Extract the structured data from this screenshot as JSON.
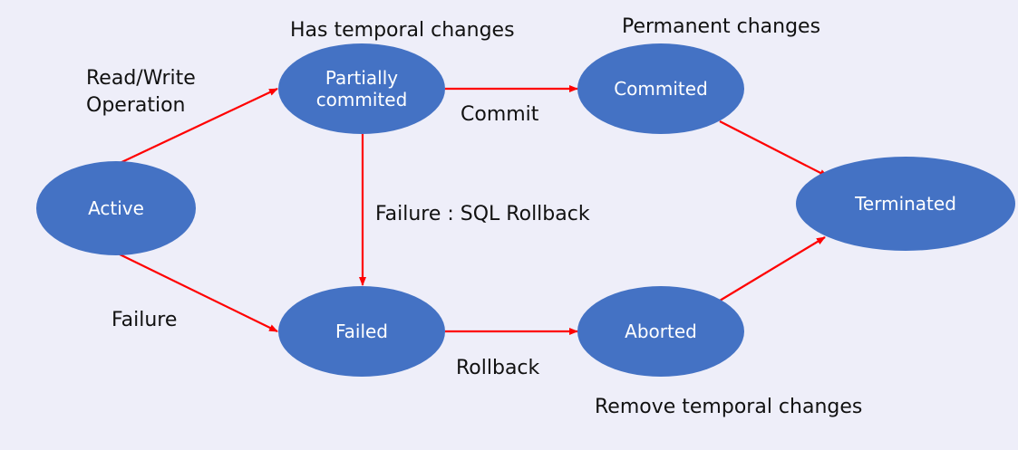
{
  "colors": {
    "background": "#eeeef9",
    "node_fill": "#4472c4",
    "node_text": "#ffffff",
    "edge": "#ff0000",
    "label_text": "#111111"
  },
  "nodes": [
    {
      "id": "active",
      "lines": [
        "Active"
      ]
    },
    {
      "id": "partially-commited",
      "lines": [
        "Partially",
        "commited"
      ]
    },
    {
      "id": "commited",
      "lines": [
        "Commited"
      ]
    },
    {
      "id": "failed",
      "lines": [
        "Failed"
      ]
    },
    {
      "id": "aborted",
      "lines": [
        "Aborted"
      ]
    },
    {
      "id": "terminated",
      "lines": [
        "Terminated"
      ]
    }
  ],
  "edges": [
    {
      "from": "active",
      "to": "partially-commited",
      "label": [
        "Read/Write",
        "Operation"
      ]
    },
    {
      "from": "active",
      "to": "failed",
      "label": [
        "Failure"
      ]
    },
    {
      "from": "partially-commited",
      "to": "commited",
      "label": [
        "Commit"
      ]
    },
    {
      "from": "partially-commited",
      "to": "failed",
      "label": [
        "Failure : SQL Rollback"
      ]
    },
    {
      "from": "failed",
      "to": "aborted",
      "label": [
        "Rollback"
      ]
    },
    {
      "from": "commited",
      "to": "terminated",
      "label": []
    },
    {
      "from": "aborted",
      "to": "terminated",
      "label": []
    }
  ],
  "notes": [
    {
      "id": "partially-commited",
      "text": "Has temporal changes"
    },
    {
      "id": "commited",
      "text": "Permanent changes"
    },
    {
      "id": "aborted",
      "text": "Remove temporal changes"
    }
  ]
}
